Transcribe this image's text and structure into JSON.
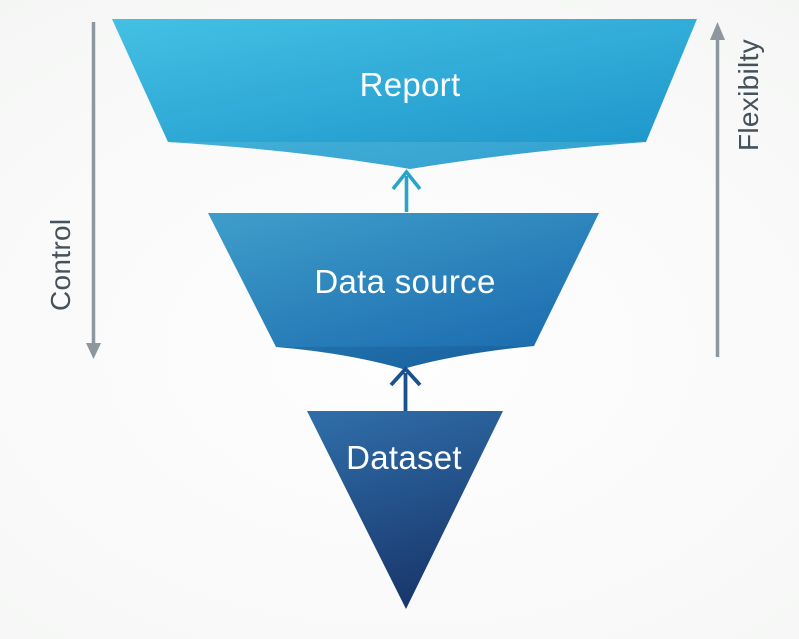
{
  "diagram": {
    "levels": [
      {
        "label": "Report"
      },
      {
        "label": "Data source"
      },
      {
        "label": "Dataset"
      }
    ],
    "axes": {
      "left": {
        "label": "Control",
        "direction": "down"
      },
      "right": {
        "label": "Flexibilty",
        "direction": "up"
      }
    },
    "colors": {
      "report_gradient_top": "#44c0e4",
      "report_gradient_bottom": "#1f97cb",
      "data_source_gradient_top": "#3f9ecb",
      "data_source_gradient_bottom": "#1c6cae",
      "dataset_gradient_top": "#2f6ca7",
      "dataset_gradient_bottom": "#18366b",
      "arrow_to_report": "#2aa3cb",
      "arrow_to_data_source": "#1a528e",
      "axis_arrow": "#8e979d",
      "axis_text": "#45525c",
      "shape_text": "#ffffff"
    }
  }
}
